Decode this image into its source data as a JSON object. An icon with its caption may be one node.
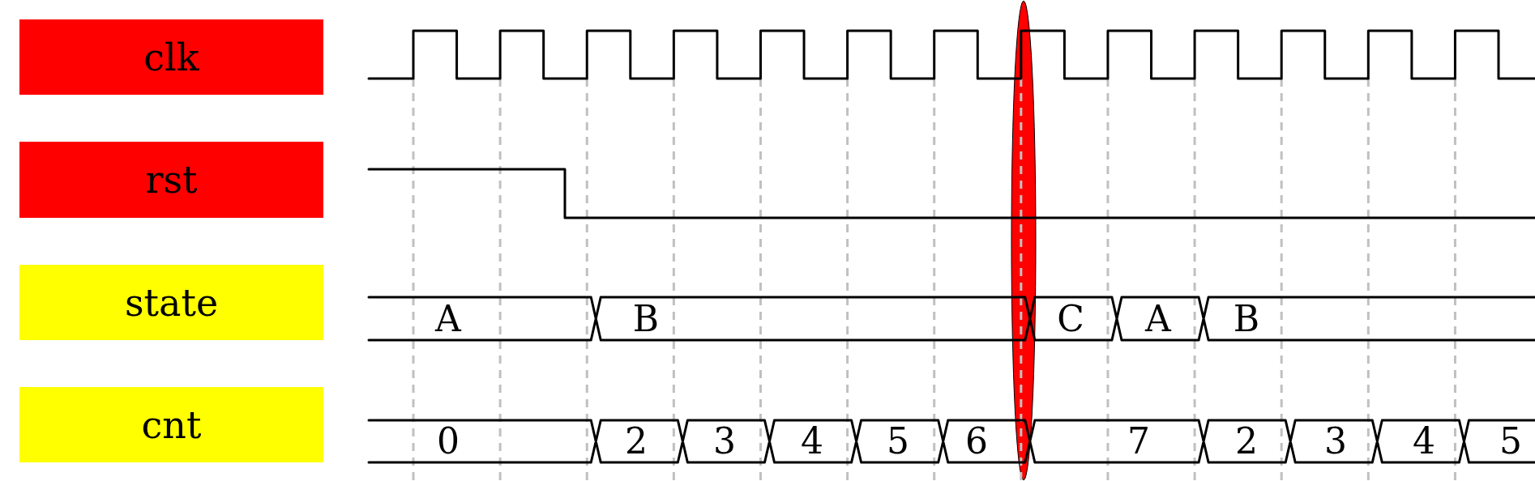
{
  "diagram": {
    "nodes": [
      {
        "text": [
          "clk"
        ]
      },
      {
        "text": [
          "rst"
        ]
      },
      {
        "text": [
          "state"
        ]
      },
      {
        "text": [
          "cnt"
        ]
      }
    ],
    "labels": [
      "A",
      "B",
      "C",
      "A",
      "B",
      "0",
      "2",
      "3",
      "4",
      "5",
      "6",
      "7",
      "2",
      "3",
      "4",
      "5"
    ]
  }
}
